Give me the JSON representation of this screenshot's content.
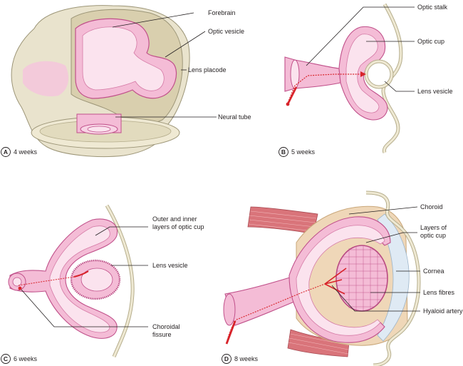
{
  "panels": {
    "a": {
      "letter": "A",
      "age": "4 weeks",
      "labels": {
        "forebrain": "Forebrain",
        "optic_vesicle": "Optic vesicle",
        "lens_placode": "Lens placode",
        "neural_tube": "Neural tube"
      }
    },
    "b": {
      "letter": "B",
      "age": "5 weeks",
      "labels": {
        "optic_stalk": "Optic stalk",
        "optic_cup": "Optic cup",
        "lens_vesicle": "Lens vesicle"
      }
    },
    "c": {
      "letter": "C",
      "age": "6 weeks",
      "labels": {
        "optic_cup_layers_1": "Outer and inner",
        "optic_cup_layers_2": "layers of optic cup",
        "lens_vesicle": "Lens vesicle",
        "choroidal_fissure_1": "Choroidal",
        "choroidal_fissure_2": "fissure"
      }
    },
    "d": {
      "letter": "D",
      "age": "8 weeks",
      "labels": {
        "choroid": "Choroid",
        "optic_cup_layers_1": "Layers of",
        "optic_cup_layers_2": "optic cup",
        "cornea": "Cornea",
        "lens_fibres": "Lens fibres",
        "hyaloid_artery": "Hyaloid artery"
      }
    }
  },
  "colors": {
    "tissue_pink": "#f4bcd6",
    "tissue_light": "#fbe3ee",
    "tissue_edge": "#c0508a",
    "head_tan": "#e9e3cd",
    "head_tan_dark": "#cfc6a3",
    "artery_red": "#d8232a",
    "muscle_red": "#d9747a",
    "cornea_blue": "#dfeaf4"
  }
}
